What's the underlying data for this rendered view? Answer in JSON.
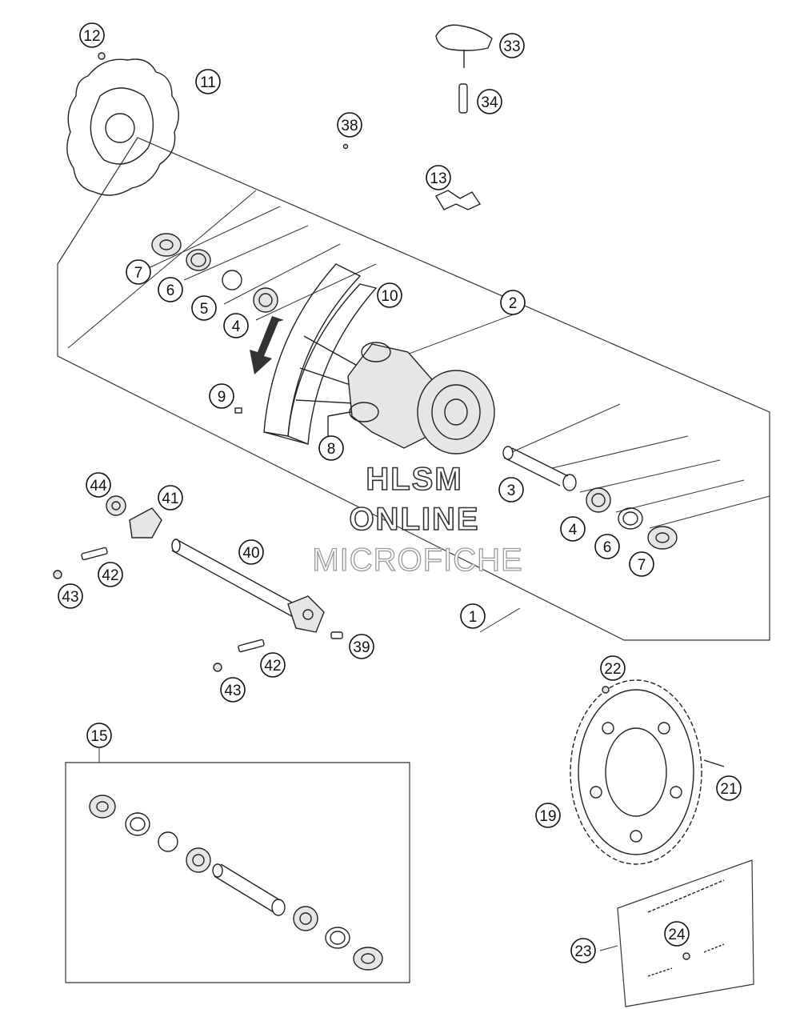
{
  "watermark": {
    "line1": "HLSM",
    "line2": "ONLINE",
    "line3": "MICROFICHE"
  },
  "callouts": [
    {
      "id": "c12",
      "label": "12"
    },
    {
      "id": "c11",
      "label": "11"
    },
    {
      "id": "c33",
      "label": "33"
    },
    {
      "id": "c34",
      "label": "34"
    },
    {
      "id": "c38",
      "label": "38"
    },
    {
      "id": "c13",
      "label": "13"
    },
    {
      "id": "c7a",
      "label": "7"
    },
    {
      "id": "c6a",
      "label": "6"
    },
    {
      "id": "c5",
      "label": "5"
    },
    {
      "id": "c4a",
      "label": "4"
    },
    {
      "id": "c10",
      "label": "10"
    },
    {
      "id": "c2",
      "label": "2"
    },
    {
      "id": "c9",
      "label": "9"
    },
    {
      "id": "c8",
      "label": "8"
    },
    {
      "id": "c3",
      "label": "3"
    },
    {
      "id": "c4b",
      "label": "4"
    },
    {
      "id": "c6b",
      "label": "6"
    },
    {
      "id": "c7b",
      "label": "7"
    },
    {
      "id": "c1",
      "label": "1"
    },
    {
      "id": "c44",
      "label": "44"
    },
    {
      "id": "c41",
      "label": "41"
    },
    {
      "id": "c40",
      "label": "40"
    },
    {
      "id": "c42a",
      "label": "42"
    },
    {
      "id": "c43a",
      "label": "43"
    },
    {
      "id": "c39",
      "label": "39"
    },
    {
      "id": "c42b",
      "label": "42"
    },
    {
      "id": "c43b",
      "label": "43"
    },
    {
      "id": "c15",
      "label": "15"
    },
    {
      "id": "c22",
      "label": "22"
    },
    {
      "id": "c21",
      "label": "21"
    },
    {
      "id": "c19",
      "label": "19"
    },
    {
      "id": "c24",
      "label": "24"
    },
    {
      "id": "c23",
      "label": "23"
    }
  ]
}
